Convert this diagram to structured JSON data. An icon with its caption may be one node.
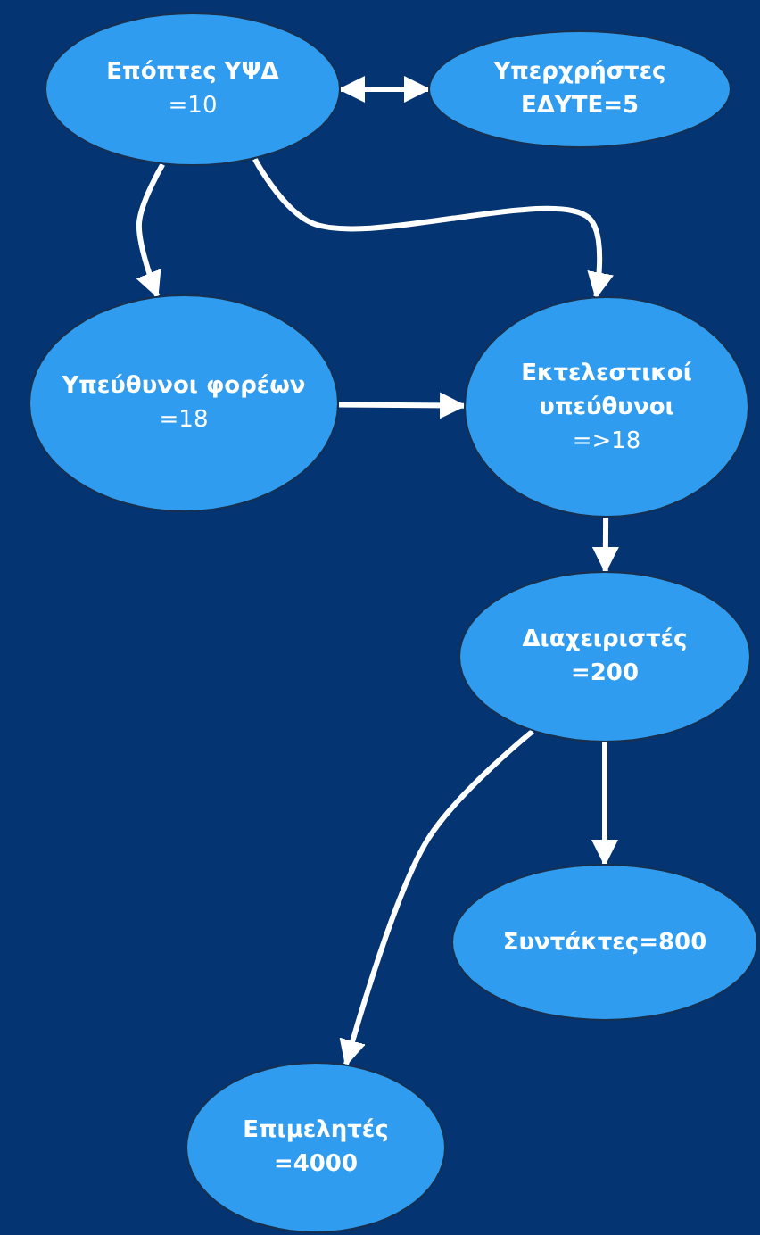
{
  "diagram": {
    "nodes": [
      {
        "text": [
          "Επόπτες ΥΨΔ",
          "=10"
        ]
      },
      {
        "text": [
          "Υπερχρήστες ΕΔΥΤΕ=5"
        ]
      },
      {
        "text": [
          "Υπεύθυνοι φορέων",
          "=18"
        ]
      },
      {
        "text": [
          "Εκτελεστικοί υπεύθυνοι",
          "=>18"
        ]
      },
      {
        "text": [
          "Διαχειριστές =200"
        ]
      },
      {
        "text": [
          "Συντάκτες=800"
        ]
      },
      {
        "text": [
          "Επιμελητές =4000"
        ]
      }
    ],
    "edges": [
      {
        "from": 0,
        "to": 1,
        "arrow": "both"
      },
      {
        "from": 0,
        "to": 2,
        "arrow": "to"
      },
      {
        "from": 0,
        "to": 3,
        "arrow": "to"
      },
      {
        "from": 2,
        "to": 3,
        "arrow": "to"
      },
      {
        "from": 3,
        "to": 4,
        "arrow": "to"
      },
      {
        "from": 4,
        "to": 5,
        "arrow": "to"
      },
      {
        "from": 4,
        "to": 6,
        "arrow": "to"
      }
    ]
  }
}
